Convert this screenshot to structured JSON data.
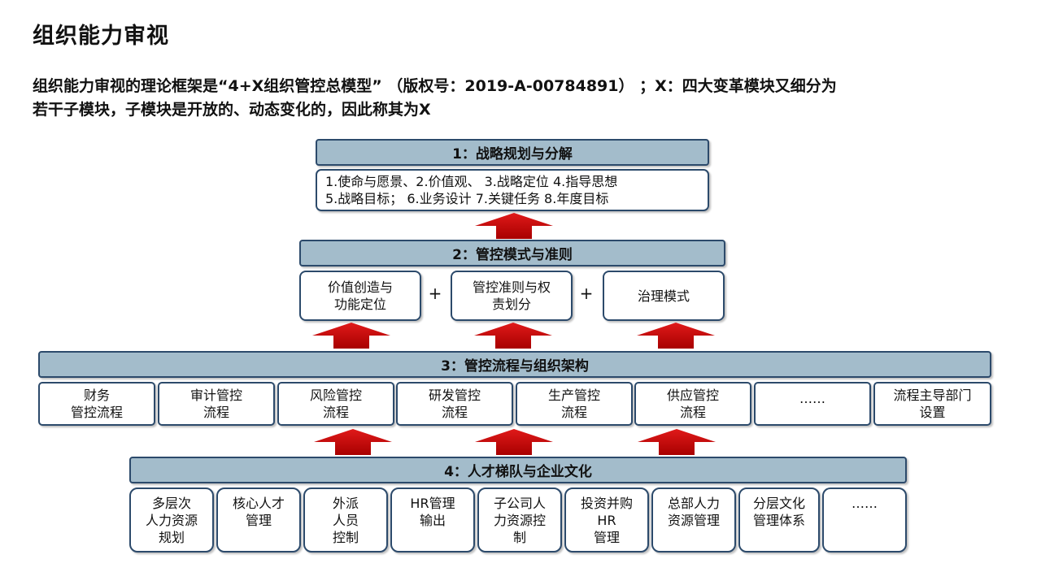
{
  "title": "组织能力审视",
  "description": [
    "组织能力审视的理论框架是“4+X组织管控总模型” （版权号：2019-A-00784891） ；X：四大变革模块又细分为",
    "若干子模块，子模块是开放的、动态变化的，因此称其为X"
  ],
  "colors": {
    "bar_fill": "#a3bccb",
    "border": "#2c4a6b",
    "arrow": "#c00000"
  },
  "level1": {
    "header": "1：战略规划与分解",
    "items": [
      "1.使命与愿景、2.价值观、  3.战略定位  4.指导思想",
      "5.战略目标；   6.业务设计   7.关键任务  8.年度目标"
    ]
  },
  "level2": {
    "header": "2：管控模式与准则",
    "boxes": [
      [
        "价值创造与",
        "功能定位"
      ],
      [
        "管控准则与权",
        "责划分"
      ],
      [
        "治理模式"
      ]
    ],
    "plus": [
      "+",
      "+"
    ]
  },
  "level3": {
    "header": "3：管控流程与组织架构",
    "boxes": [
      [
        "财务",
        "管控流程"
      ],
      [
        "审计管控",
        "流程"
      ],
      [
        "风险管控",
        "流程"
      ],
      [
        "研发管控",
        "流程"
      ],
      [
        "生产管控",
        "流程"
      ],
      [
        "供应管控",
        "流程"
      ],
      [
        "……"
      ],
      [
        "流程主导部门",
        "设置"
      ]
    ]
  },
  "level4": {
    "header": "4：人才梯队与企业文化",
    "boxes": [
      [
        "多层次",
        "人力资源",
        "规划"
      ],
      [
        "核心人才",
        "管理"
      ],
      [
        "外派",
        "人员",
        "控制"
      ],
      [
        "HR管理",
        "输出"
      ],
      [
        "子公司人",
        "力资源控",
        "制"
      ],
      [
        "投资并购",
        "HR",
        "管理"
      ],
      [
        "总部人力",
        "资源管理"
      ],
      [
        "分层文化",
        "管理体系"
      ],
      [
        "……"
      ]
    ]
  },
  "arrows": [
    "arrow-up",
    "arrow-up",
    "arrow-up",
    "arrow-up",
    "arrow-up",
    "arrow-up",
    "arrow-up"
  ]
}
